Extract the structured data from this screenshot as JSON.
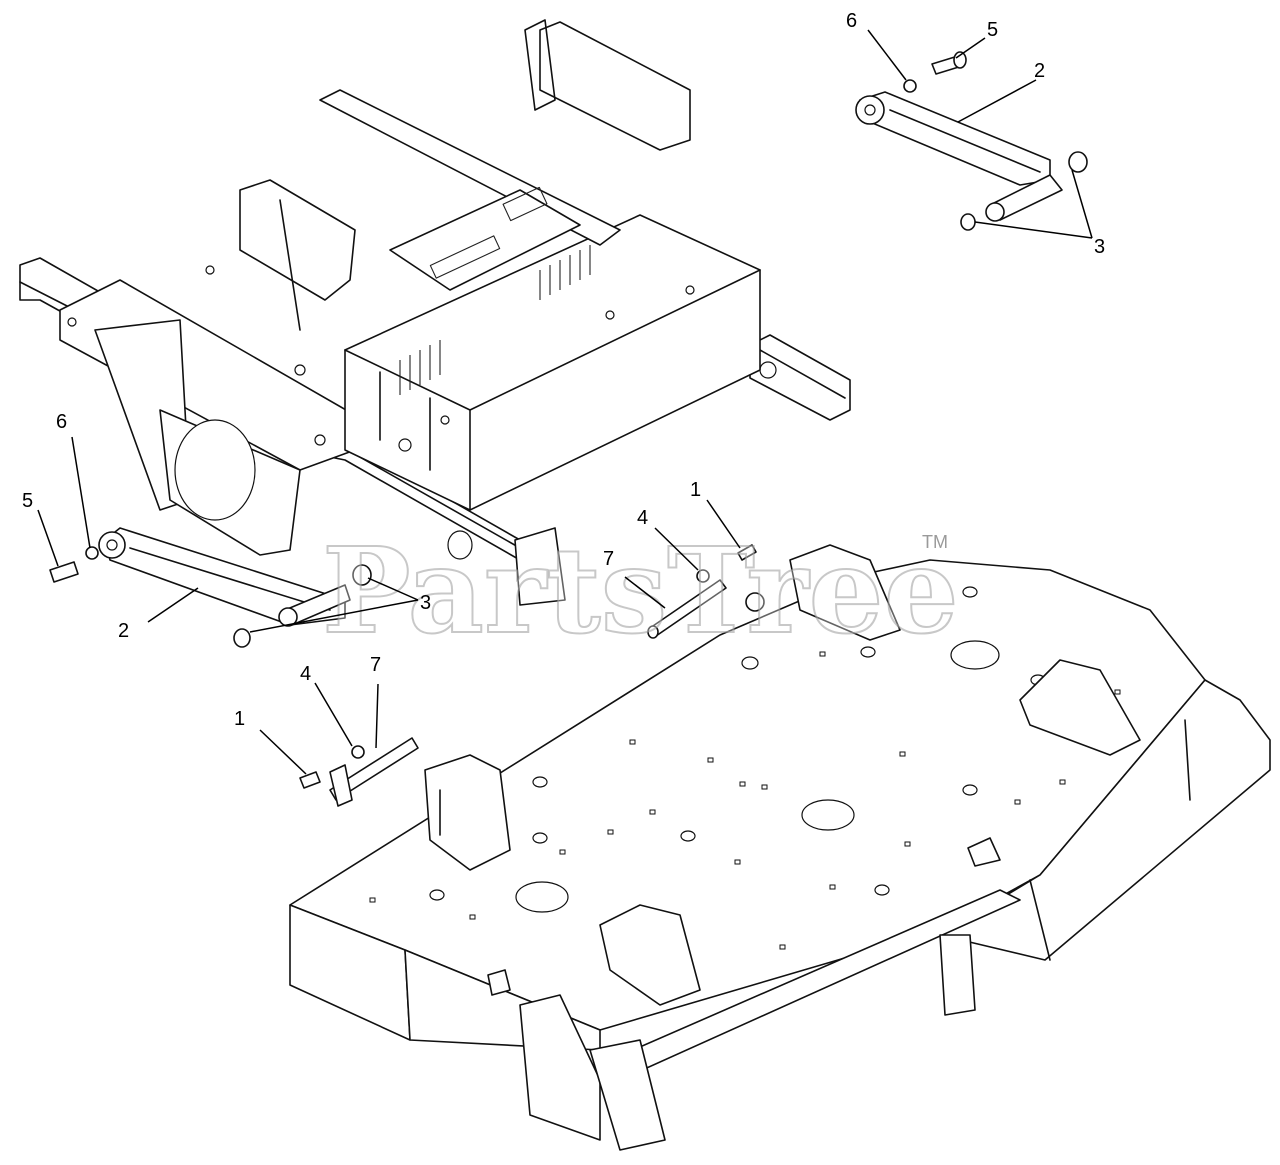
{
  "watermark": {
    "text": "PartsTree",
    "trademark": "TM"
  },
  "callouts": [
    {
      "id": "c-6-top",
      "label": "6"
    },
    {
      "id": "c-5-top",
      "label": "5"
    },
    {
      "id": "c-2-top",
      "label": "2"
    },
    {
      "id": "c-3-top",
      "label": "3"
    },
    {
      "id": "c-6-left",
      "label": "6"
    },
    {
      "id": "c-5-left",
      "label": "5"
    },
    {
      "id": "c-2-left",
      "label": "2"
    },
    {
      "id": "c-3-left",
      "label": "3"
    },
    {
      "id": "c-4-mid",
      "label": "4"
    },
    {
      "id": "c-1-mid",
      "label": "1"
    },
    {
      "id": "c-7-mid",
      "label": "7"
    },
    {
      "id": "c-4-low",
      "label": "4"
    },
    {
      "id": "c-7-low",
      "label": "7"
    },
    {
      "id": "c-1-low",
      "label": "1"
    }
  ]
}
